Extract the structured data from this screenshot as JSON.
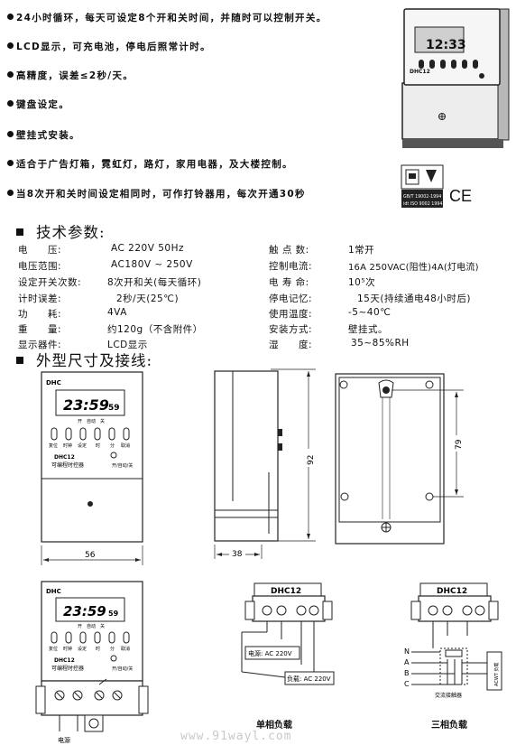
{
  "features": [
    "24小时循环，每天可设定8个开和关时间，并随时可以控制开关。",
    "LCD显示，可充电池，停电后照常计时。",
    "高精度，误差≤2秒/天。",
    "键盘设定。",
    "壁挂式安装。",
    "适合于广告灯箱，霓虹灯，路灯，家用电器，及大楼控制。",
    "当8次开和关时间设定相同时，可作打铃器用，每次开通30秒"
  ],
  "product": {
    "display_time": "12:33",
    "model": "DHC12",
    "cert_line1": "GB/T 19002-1994",
    "cert_line2": "idt ISO 9002 1994",
    "ce_mark": "CE"
  },
  "sections": {
    "tech": "技术参数:",
    "outline": "外型尺寸及接线:"
  },
  "specs": {
    "left": [
      {
        "label": "电　　压:",
        "value": "AC 220V 50Hz"
      },
      {
        "label": "电压范围:",
        "value": "AC180V ~ 250V"
      },
      {
        "label": "设定开关次数:",
        "value": "8次开和关(每天循环)"
      },
      {
        "label": "计时误差:",
        "value": "2秒/天(25℃)"
      },
      {
        "label": "功　　耗:",
        "value": "4VA"
      },
      {
        "label": "重　　量:",
        "value": "约120g（不含附件）"
      },
      {
        "label": "显示器件:",
        "value": "LCD显示"
      }
    ],
    "right": [
      {
        "label": "触 点 数:",
        "value": "1常开"
      },
      {
        "label": "控制电流:",
        "value": "16A 250VAC(阻性)4A(灯电流)"
      },
      {
        "label": "电 寿 命:",
        "value": "10⁵次"
      },
      {
        "label": "停电记忆:",
        "value": "15天(持续通电48小时后)"
      },
      {
        "label": "使用温度:",
        "value": "-5~40℃"
      },
      {
        "label": "安装方式:",
        "value": "壁挂式。"
      },
      {
        "label": "湿　　度:",
        "value": "35~85%RH"
      }
    ]
  },
  "diagram": {
    "brand": "DHC",
    "time": "23:59",
    "seconds": "59",
    "status_labels": "开　自动　关",
    "buttons": [
      "复位",
      "时钟",
      "设定",
      "时",
      "分",
      "取消"
    ],
    "model": "DHC12",
    "subtitle": "可编程时控器",
    "switch_label": "开/自动/关",
    "dim_width": "56",
    "dim_depth": "38",
    "dim_height": "92",
    "dim_mount": "79",
    "terminal_title": "DHC12",
    "power_label": "电源: AC 220V",
    "load_label": "负载: AC 220V",
    "power_caption": "电源",
    "contactor_label": "交流接触器",
    "load_box": "ACWT 负载",
    "phase_labels": [
      "N",
      "A",
      "B",
      "C"
    ],
    "caption_single": "单相负载",
    "caption_three": "三相负载"
  },
  "watermark": "www.91wayl.com"
}
